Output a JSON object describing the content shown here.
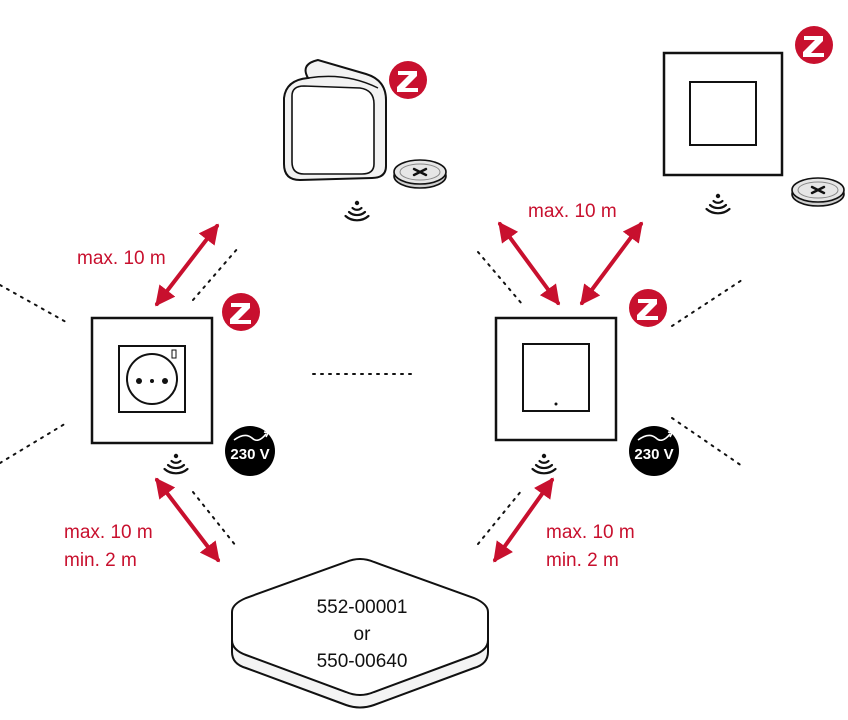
{
  "labels": {
    "top_left": "max. 10 m",
    "top_right": "max. 10 m",
    "bottom_left_max": "max. 10 m",
    "bottom_left_min": "min. 2 m",
    "bottom_right_max": "max. 10 m",
    "bottom_right_min": "min. 2 m"
  },
  "hub": {
    "line1": "552-00001",
    "line2": "or",
    "line3": "550-00640"
  },
  "power_badge": "230 V",
  "zwave_letter": "Z",
  "colors": {
    "accent": "#c8102e",
    "ink": "#111111",
    "badge": "#000000"
  },
  "icons": [
    "zwave-logo-icon",
    "coin-battery-icon",
    "wireless-signal-icon",
    "power-230v-icon",
    "distance-arrow-icon"
  ]
}
